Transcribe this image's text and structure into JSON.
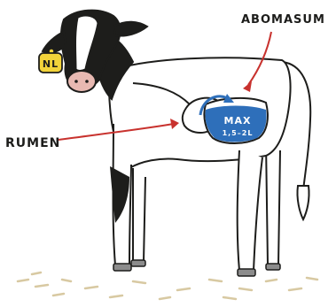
{
  "labels": {
    "abomasum": "ABOMASUM",
    "rumen": "RUMEN",
    "capacity_max": "MAX",
    "capacity_range": "1,5–2L",
    "ear_tag": "NL"
  },
  "colors": {
    "outline": "#1d1d1b",
    "black_patch": "#1d1d1b",
    "body": "#ffffff",
    "muzzle": "#e8b9b2",
    "ear_tag": "#f2d33a",
    "abomasum_fill": "#2e6fba",
    "arrow_red": "#c8322e",
    "ground_straw": "#d8c9a2",
    "hoof": "#8c8c8c"
  },
  "icons": [
    "cow-calf-illustration",
    "ear-tag-icon",
    "pointer-arrow-icon",
    "flow-arrow-icon"
  ]
}
